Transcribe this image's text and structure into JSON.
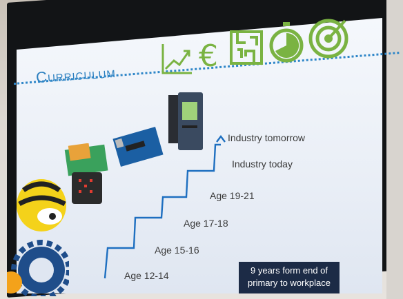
{
  "slide": {
    "title": "Curriculum",
    "steps": [
      {
        "label": "Age 12-14"
      },
      {
        "label": "Age 15-16"
      },
      {
        "label": "Age 17-18"
      },
      {
        "label": "Age 19-21"
      },
      {
        "label": "Industry today"
      },
      {
        "label": "Industry tomorrow"
      }
    ],
    "note": "9 years form end of primary to workplace"
  },
  "icons": [
    "growth-chart-icon",
    "euro-icon",
    "maze-icon",
    "stopwatch-icon",
    "target-icon"
  ],
  "colors": {
    "accent_blue": "#2b7fbf",
    "accent_green": "#7ab342",
    "note_bg": "#1c2b46"
  }
}
